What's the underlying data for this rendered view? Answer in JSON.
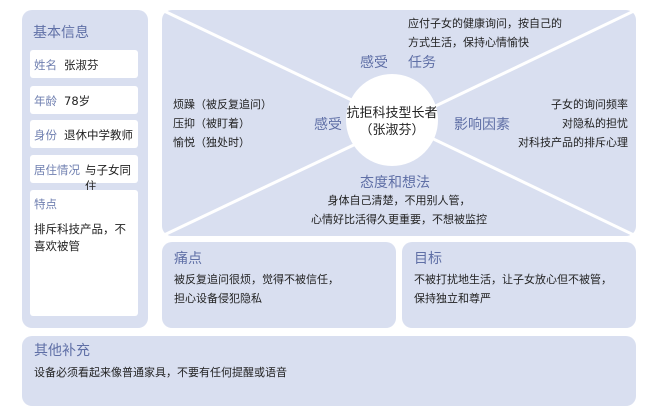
{
  "basic_info": {
    "title": "基本信息",
    "fields": [
      {
        "label": "姓名",
        "value": "张淑芬"
      },
      {
        "label": "年龄",
        "value": "78岁"
      },
      {
        "label": "身份",
        "value": "退休中学教师"
      },
      {
        "label": "居住情况",
        "value": "与子女同住"
      }
    ],
    "traits": {
      "label": "特点",
      "value_line1": "排斥科技产品，不",
      "value_line2": "喜欢被管"
    }
  },
  "empathy_map": {
    "center_line1": "抗拒科技型长者",
    "center_line2": "（张淑芬）",
    "top": {
      "label": "感受",
      "task_label": "任务",
      "task_line1": "应付子女的健康询问，按自己的",
      "task_line2": "方式生活，保持心情愉快"
    },
    "left": {
      "label": "感受",
      "lines": [
        "烦躁（被反复追问）",
        "压抑（被盯着）",
        "愉悦（独处时）"
      ]
    },
    "right": {
      "label": "影响因素",
      "lines": [
        "子女的询问频率",
        "对隐私的担忧",
        "对科技产品的排斥心理"
      ]
    },
    "bottom": {
      "label": "态度和想法",
      "lines": [
        "身体自己清楚，不用别人管，",
        "心情好比活得久更重要，不想被监控"
      ]
    }
  },
  "pain_points": {
    "title": "痛点",
    "line1": "被反复追问很烦，觉得不被信任，",
    "line2": "担心设备侵犯隐私"
  },
  "goals": {
    "title": "目标",
    "line1": "不被打扰地生活，让子女放心但不被管，",
    "line2": "保持独立和尊严"
  },
  "other": {
    "title": "其他补充",
    "text": "设备必须看起来像普通家具，不要有任何提醒或语音"
  },
  "colors": {
    "panel": "#d9dff0",
    "accent": "#5f6fa6",
    "line": "#ffffff"
  }
}
